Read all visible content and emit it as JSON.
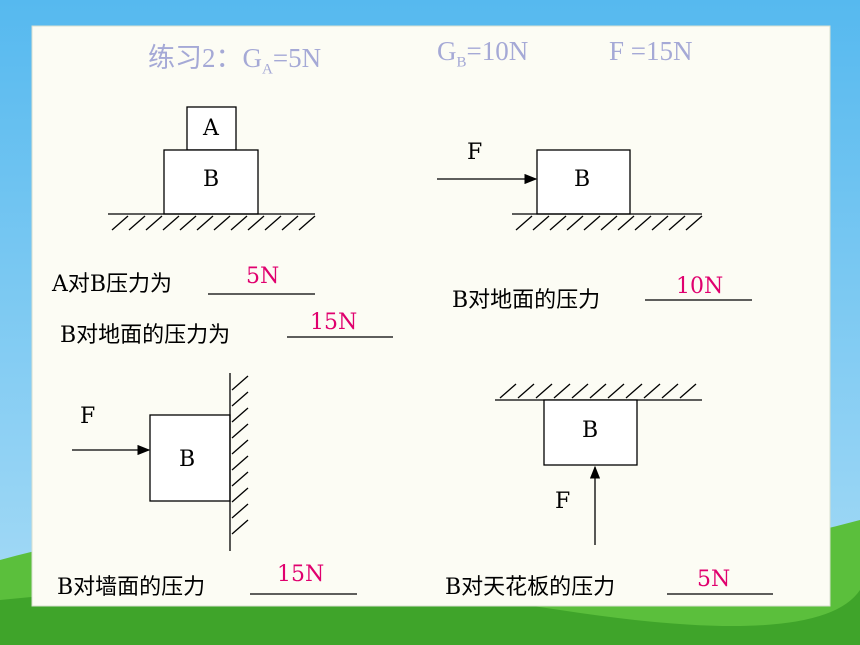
{
  "title": {
    "prefix": "练习2：",
    "ga_letter": "G",
    "ga_sub": "A",
    "ga_val": "=5N",
    "gb_letter": "G",
    "gb_sub": "B",
    "gb_val": "=10N",
    "f_text": "F =15N"
  },
  "panel1": {
    "block_a": "A",
    "block_b": "B",
    "q1": "A对B压力为",
    "a1": "5N",
    "q2": "B对地面的压力为",
    "a2": "15N"
  },
  "panel2": {
    "force": "F",
    "block": "B",
    "q": "B对地面的压力",
    "a": "10N"
  },
  "panel3": {
    "force": "F",
    "block": "B",
    "q": "B对墙面的压力",
    "a": "15N"
  },
  "panel4": {
    "force": "F",
    "block": "B",
    "q": "B对天花板的压力",
    "a": "5N"
  },
  "colors": {
    "sky": "#6cc3f2",
    "board": "#fcfcf4",
    "answer": "#e0006e",
    "title": "#a5a9d6",
    "grass": "#3fae2e"
  }
}
